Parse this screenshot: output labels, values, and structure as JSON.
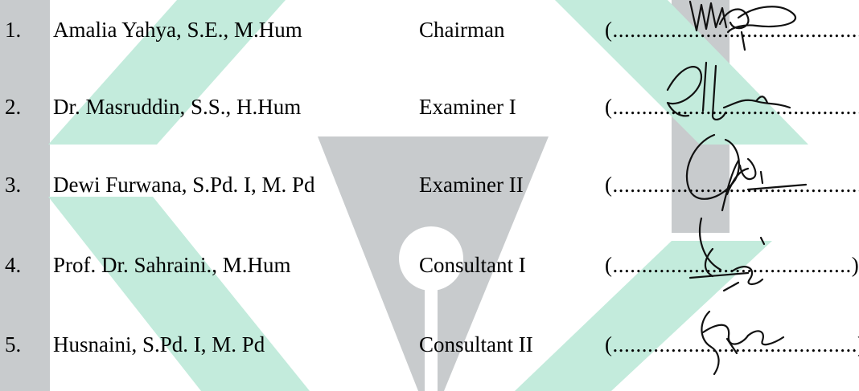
{
  "members": [
    {
      "number": "1.",
      "name": "Amalia Yahya, S.E., M.Hum",
      "role": "Chairman",
      "signature_line": "(...........................................)"
    },
    {
      "number": "2.",
      "name": "Dr. Masruddin, S.S., H.Hum",
      "role": "Examiner I",
      "signature_line": "(...........................................)"
    },
    {
      "number": "3.",
      "name": "Dewi Furwana, S.Pd. I, M. Pd",
      "role": "Examiner II",
      "signature_line": "(...........................................)"
    },
    {
      "number": "4.",
      "name": "Prof. Dr. Sahraini., M.Hum",
      "role": "Consultant I",
      "signature_line": "(.........................................)"
    },
    {
      "number": "5.",
      "name": "Husnaini, S.Pd. I, M. Pd",
      "role": "Consultant II",
      "signature_line": "(..........................................)"
    }
  ],
  "colors": {
    "watermark_green": "#c3ebdc",
    "watermark_gray": "#c8cbcd",
    "text": "#000000"
  }
}
